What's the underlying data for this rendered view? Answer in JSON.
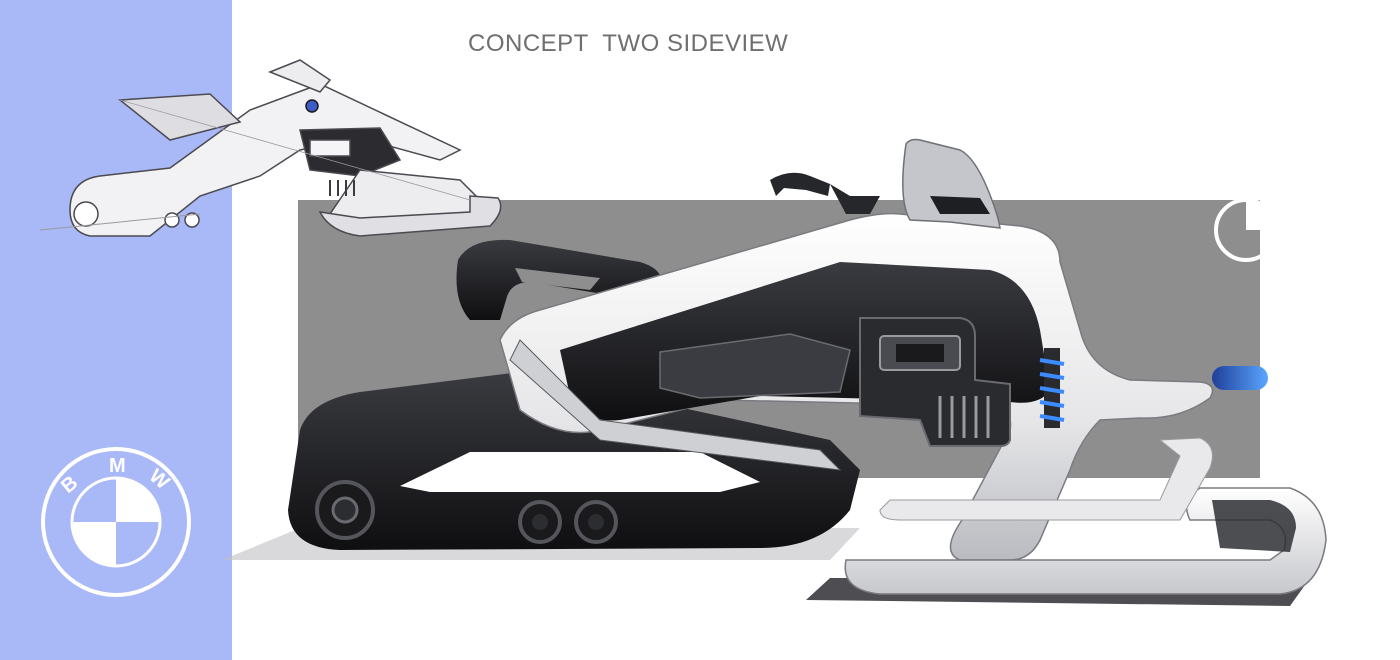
{
  "page": {
    "title": "CONCEPT  TWO SIDEVIEW"
  },
  "brand": {
    "logo_icon": "bmw-roundel-icon",
    "logo_letters": "BMW"
  },
  "colors": {
    "side_band": "#a9b8f6",
    "backdrop": "#8e8e8e",
    "title_text": "#6f6f6f",
    "body_white": "#f2f2f2",
    "body_black": "#1c1c1e",
    "accent_blue": "#2f6fd6"
  },
  "illustrations": [
    {
      "name": "pencil-sketch",
      "description_icon": "snow-vehicle-sketch-icon"
    },
    {
      "name": "rendered-sideview",
      "description_icon": "snow-vehicle-render-icon"
    }
  ]
}
